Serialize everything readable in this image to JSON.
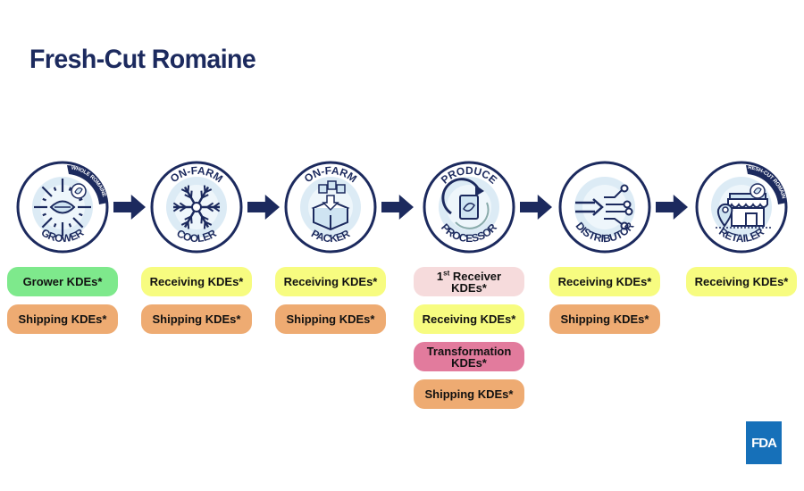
{
  "title": "Fresh-Cut Romaine",
  "colors": {
    "navy": "#1c2a5e",
    "green": "#7ee98c",
    "yellow": "#f7fc80",
    "orange": "#eeab72",
    "light_pink": "#f6dbdc",
    "pink": "#e27b9d",
    "fda_blue": "#1670b9"
  },
  "stages": [
    {
      "top": "",
      "bottom": "GROWER",
      "badge": "WHOLE ROMAINE",
      "icon": "sun-leaf-icon",
      "kdes": [
        {
          "label": "Grower KDEs*",
          "color": "green"
        },
        {
          "label": "Shipping KDEs*",
          "color": "orange"
        }
      ]
    },
    {
      "top": "ON-FARM",
      "bottom": "COOLER",
      "badge": "",
      "icon": "snowflake-icon",
      "kdes": [
        {
          "label": "Receiving KDEs*",
          "color": "yellow"
        },
        {
          "label": "Shipping KDEs*",
          "color": "orange"
        }
      ]
    },
    {
      "top": "ON-FARM",
      "bottom": "PACKER",
      "badge": "",
      "icon": "packing-box-icon",
      "kdes": [
        {
          "label": "Receiving KDEs*",
          "color": "yellow"
        },
        {
          "label": "Shipping KDEs*",
          "color": "orange"
        }
      ]
    },
    {
      "top": "PRODUCE",
      "bottom": "PROCESSOR",
      "badge": "",
      "icon": "processing-cycle-icon",
      "kdes": [
        {
          "label": "1st Receiver KDEs*",
          "color": "light_pink",
          "sup": "st",
          "pre": "1",
          "line1": " Receiver",
          "line2": "KDEs*"
        },
        {
          "label": "Receiving KDEs*",
          "color": "yellow"
        },
        {
          "label": "Transformation KDEs*",
          "color": "pink",
          "line1": "Transformation",
          "line2": "KDEs*"
        },
        {
          "label": "Shipping KDEs*",
          "color": "orange"
        }
      ]
    },
    {
      "top": "",
      "bottom": "DISTRIBUTOR",
      "badge": "",
      "icon": "distribution-network-icon",
      "kdes": [
        {
          "label": "Receiving KDEs*",
          "color": "yellow"
        },
        {
          "label": "Shipping KDEs*",
          "color": "orange"
        }
      ]
    },
    {
      "top": "",
      "bottom": "RETAILER",
      "badge": "FRESH-CUT ROMAINE",
      "icon": "storefront-icon",
      "kdes": [
        {
          "label": "Receiving KDEs*",
          "color": "yellow"
        }
      ]
    }
  ],
  "logo": "FDA"
}
